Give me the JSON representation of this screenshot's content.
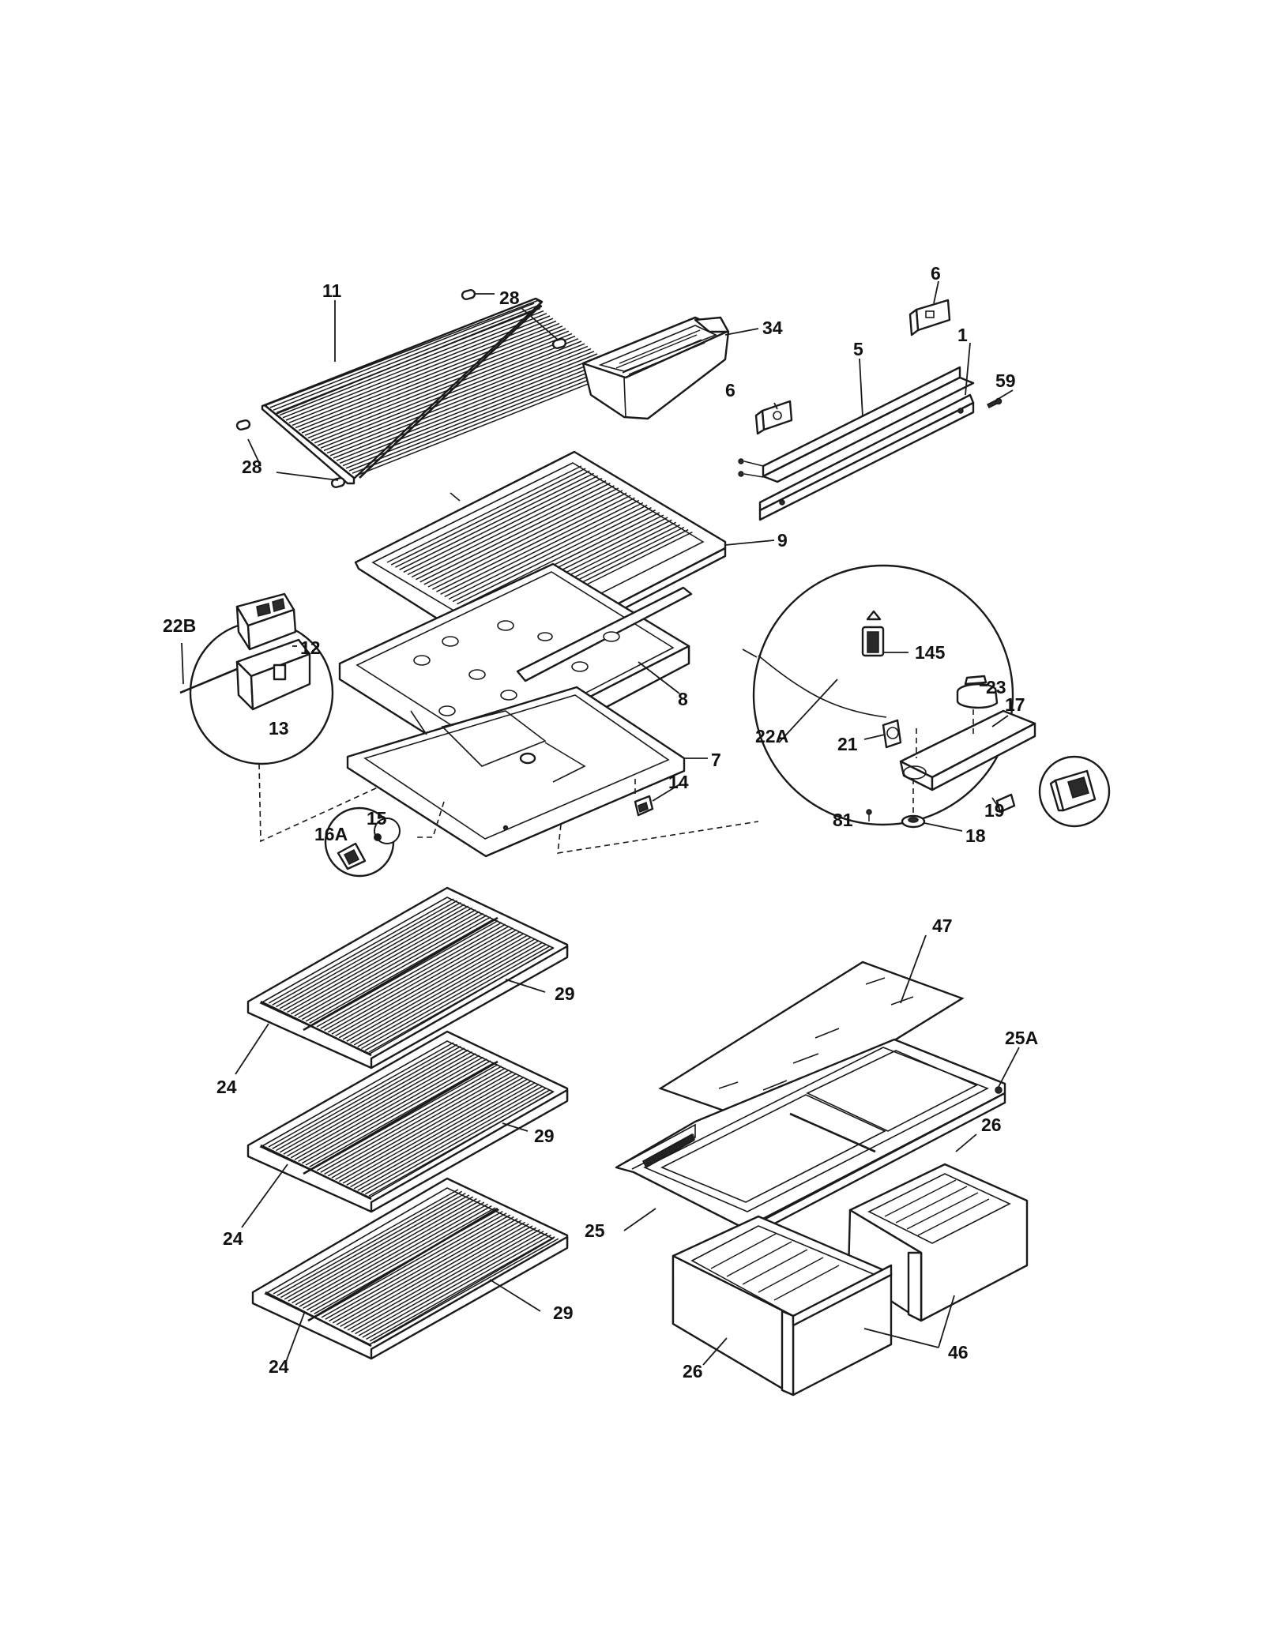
{
  "callouts": {
    "c11": "11",
    "c28a": "28",
    "c28b": "28",
    "c34": "34",
    "c6a": "6",
    "c6b": "6",
    "c1": "1",
    "c5": "5",
    "c59": "59",
    "c9": "9",
    "c22B": "22B",
    "c12": "12",
    "c13": "13",
    "c8": "8",
    "c7": "7",
    "c14": "14",
    "c15": "15",
    "c16A": "16A",
    "c145": "145",
    "c23": "23",
    "c17": "17",
    "c22A": "22A",
    "c21": "21",
    "c19": "19",
    "c81": "81",
    "c18": "18",
    "c47": "47",
    "c25A": "25A",
    "c29a": "29",
    "c24a": "24",
    "c29b": "29",
    "c24b": "24",
    "c26a": "26",
    "c25": "25",
    "c29c": "29",
    "c24c": "24",
    "c26b": "26",
    "c46": "46"
  },
  "icons": [
    "wire-shelf",
    "pin",
    "crisper-pan",
    "bracket",
    "baffle-plate",
    "screw",
    "shelf-cover",
    "control-housing",
    "damper",
    "switch",
    "lamp",
    "socket",
    "fan-motor",
    "thermostat",
    "glass-shelf",
    "drawer"
  ]
}
